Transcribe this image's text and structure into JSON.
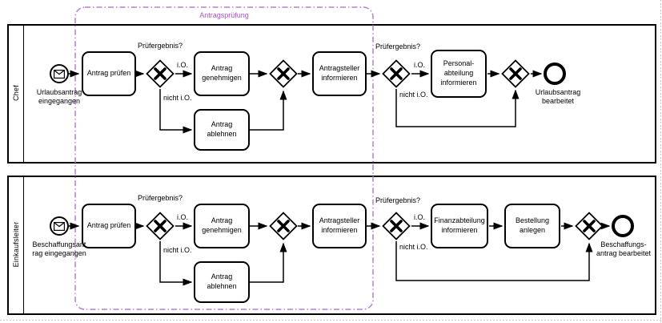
{
  "group": {
    "label": "Antragsprüfung",
    "border_color": "#b57fd6",
    "label_color": "#a94fd1"
  },
  "pools": [
    {
      "lane_label": "Chef",
      "start_event_label": "Urlaubsantrag\neingegangen",
      "end_event_label": "Urlaubsantrag\nbearbeitet",
      "tasks": {
        "pruefen": "Antrag prüfen",
        "genehmigen": "Antrag\ngenehmigen",
        "ablehnen": "Antrag ablehnen",
        "antragsteller": "Antragsteller\ninformieren",
        "abteilung": "Personal-\nabteilung\ninformieren"
      },
      "gateways": {
        "split1_question": "Prüfergebnis?",
        "split2_question": "Prüfergebnis?"
      },
      "edges": {
        "ok1": "i.O.",
        "nok1": "nicht i.O.",
        "ok2": "i.O.",
        "nok2": "nicht i.O."
      }
    },
    {
      "lane_label": "Einkaufsleiter",
      "start_event_label": "Beschaffungsant\nrag eingegangen",
      "end_event_label": "Beschaffungs-\nantrag bearbeitet",
      "tasks": {
        "pruefen": "Antrag prüfen",
        "genehmigen": "Antrag\ngenehmigen",
        "ablehnen": "Antrag ablehnen",
        "antragsteller": "Antragsteller\ninformieren",
        "abteilung": "Finanzabteilung\ninformieren",
        "bestellung": "Bestellung\nanlegen"
      },
      "gateways": {
        "split1_question": "Prüfergebnis?",
        "split2_question": "Prüfergebnis?"
      },
      "edges": {
        "ok1": "i.O.",
        "nok1": "nicht i.O.",
        "ok2": "i.O.",
        "nok2": "nicht i.O."
      }
    }
  ]
}
